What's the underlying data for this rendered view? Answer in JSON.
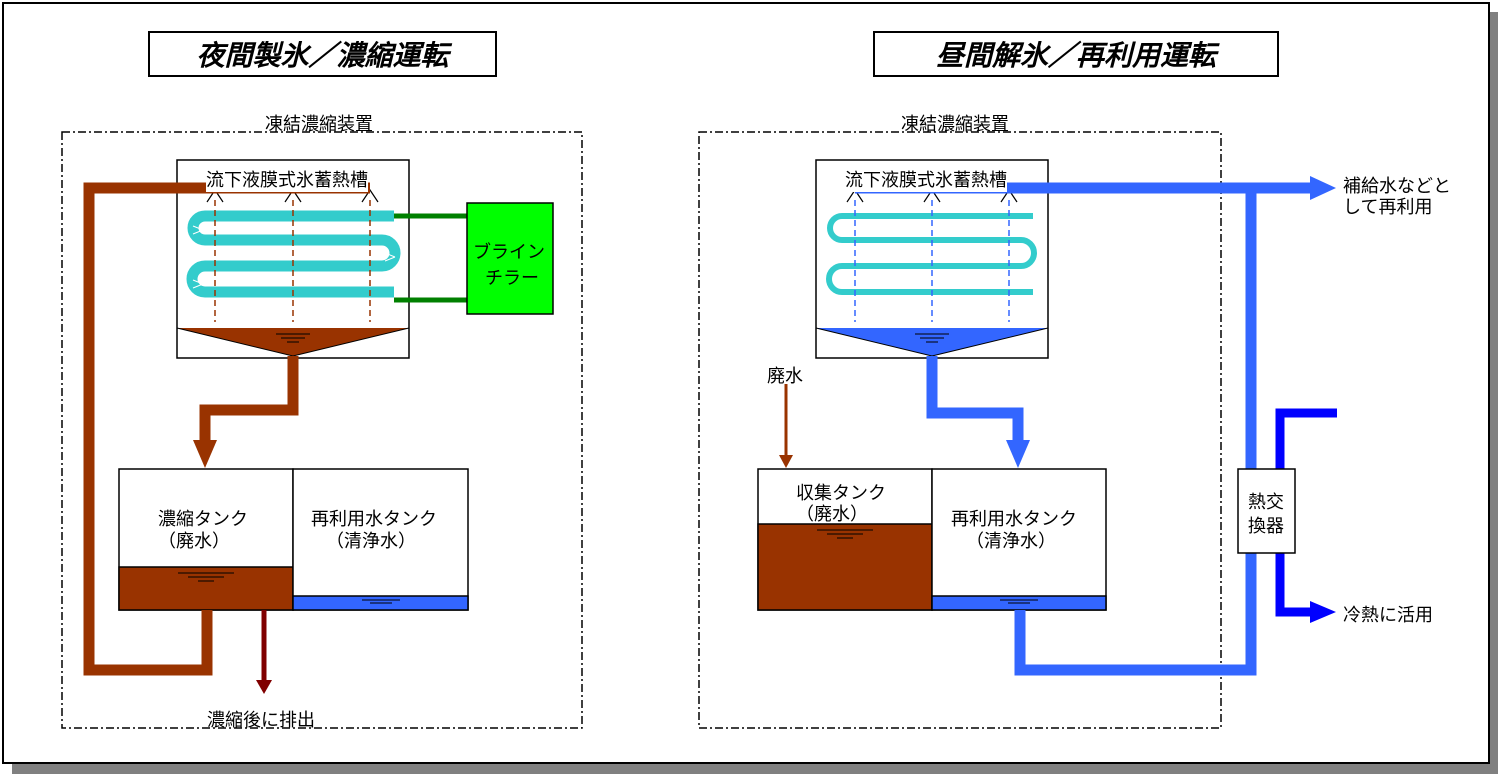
{
  "left_panel": {
    "title": "夜間製氷／濃縮運転",
    "device_label": "凍結濃縮装置",
    "tank_label": "流下液膜式氷蓄熱槽",
    "chiller_line1": "ブライン",
    "chiller_line2": "チラー",
    "concentrate_tank_line1": "濃縮タンク",
    "concentrate_tank_line2": "（廃水）",
    "reuse_tank_line1": "再利用水タンク",
    "reuse_tank_line2": "（清浄水）",
    "discharge_label": "濃縮後に排出"
  },
  "right_panel": {
    "title": "昼間解氷／再利用運転",
    "device_label": "凍結濃縮装置",
    "tank_label": "流下液膜式氷蓄熱槽",
    "waste_water_label": "廃水",
    "collect_tank_line1": "収集タンク",
    "collect_tank_line2": "（廃水）",
    "reuse_tank_line1": "再利用水タンク",
    "reuse_tank_line2": "（清浄水）",
    "heat_exchanger_line1": "熱交",
    "heat_exchanger_line2": "換器",
    "supply_reuse_line1": "補給水などと",
    "supply_reuse_line2": "して再利用",
    "cold_use_label": "冷熱に活用"
  },
  "colors": {
    "waste_brown": "#993300",
    "clean_blue": "#3366ff",
    "deep_blue": "#0000ff",
    "ice_cyan": "#33cccc",
    "chiller_green": "#00ff00",
    "brine_line": "#008000"
  }
}
